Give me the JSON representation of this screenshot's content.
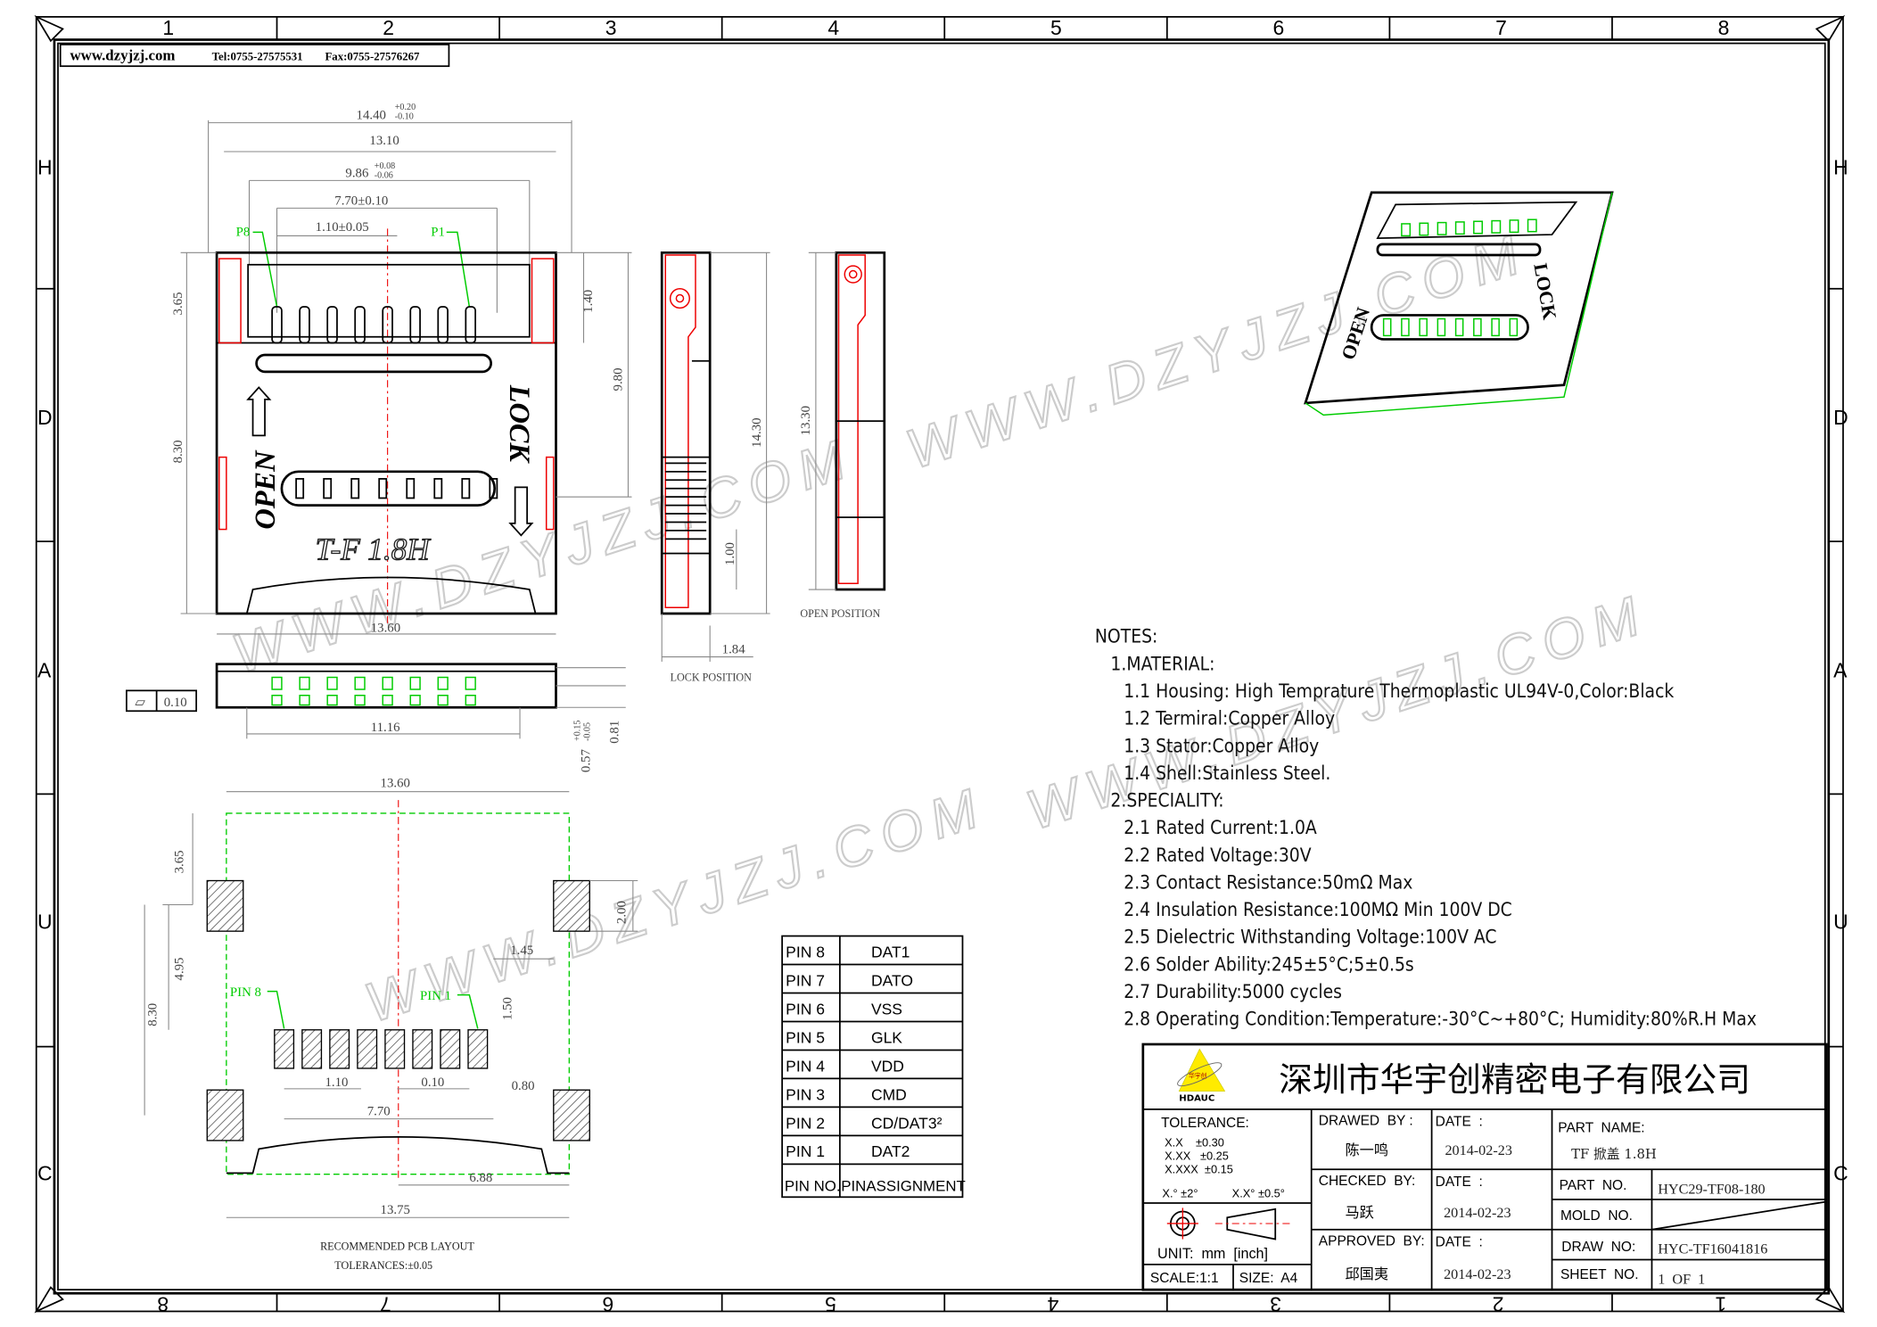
{
  "header": {
    "website": "www.dzyjzj.com",
    "tel": "Tel:0755-27575531",
    "fax": "Fax:0755-27576267"
  },
  "grid": {
    "columns_top": [
      "1",
      "2",
      "3",
      "4",
      "5",
      "6",
      "7",
      "8"
    ],
    "columns_bottom": [
      "8",
      "7",
      "6",
      "5",
      "4",
      "3",
      "2",
      "1"
    ],
    "rows": [
      "H",
      "D",
      "A",
      "U",
      "C"
    ]
  },
  "watermark": "WWW.DZYJZJ.COM",
  "top_view": {
    "dims": {
      "overall": "14.40",
      "overall_tol_plus": "+0.20",
      "overall_tol_minus": "-0.10",
      "inner": "13.10",
      "slot": "9.86",
      "slot_tol_plus": "+0.08",
      "slot_tol_minus": "-0.06",
      "pins_span": "7.70±0.10",
      "pitch": "1.10±0.05",
      "left_h": "3.65",
      "right_h": "1.40",
      "body_h": "8.30",
      "total_h": "9.80",
      "bottom_w": "13.60"
    },
    "pin_labels": [
      "P8",
      "P1"
    ],
    "body_text": {
      "open": "OPEN",
      "lock": "LOCK",
      "model": "T-F 1.8H"
    }
  },
  "front_view": {
    "flatness_symbol": "▱",
    "flatness": "0.10",
    "pins_w": "11.16",
    "height": "0.57",
    "height_tol_plus": "+0.15",
    "height_tol_minus": "-0.05",
    "total_h": "0.81"
  },
  "side_views": {
    "lock_h": "14.30",
    "lock_small": "1.00",
    "lock_w": "1.84",
    "lock_label": "LOCK POSITION",
    "open_h": "13.30",
    "open_label": "OPEN POSITION"
  },
  "pcb_layout": {
    "dims": {
      "top_w": "13.60",
      "h1": "3.65",
      "h2": "4.95",
      "h3": "8.30",
      "pad_h": "2.00",
      "pad_off": "1.45",
      "pin_len": "1.50",
      "pitch": "1.10",
      "gap": "0.10",
      "pad_w": "0.80",
      "pins_span": "7.70",
      "right_w": "6.88",
      "bottom_w": "13.75"
    },
    "pin_labels": [
      "PIN 8",
      "PIN 1"
    ],
    "caption": "RECOMMENDED PCB LAYOUT",
    "tolerance": "TOLERANCES:±0.05"
  },
  "pin_table": {
    "rows": [
      {
        "pin": "PIN  8",
        "signal": "DAT1"
      },
      {
        "pin": "PIN  7",
        "signal": "DATO"
      },
      {
        "pin": "PIN  6",
        "signal": "VSS"
      },
      {
        "pin": "PIN  5",
        "signal": "GLK"
      },
      {
        "pin": "PIN  4",
        "signal": "VDD"
      },
      {
        "pin": "PIN  3",
        "signal": "CMD"
      },
      {
        "pin": "PIN  2",
        "signal": "CD/DAT3²"
      },
      {
        "pin": "PIN  1",
        "signal": "DAT2"
      }
    ],
    "header_pin": "PIN NO.",
    "header_signal": "PINASSIGNMENT"
  },
  "notes": {
    "title": "NOTES:",
    "lines": [
      "1.MATERIAL:",
      "1.1  Housing: High Temprature Thermoplastic UL94V-0,Color:Black",
      "1.2  Termiral:Copper Alloy",
      "1.3  Stator:Copper Alloy",
      "1.4  Shell:Stainless Steel.",
      "2.SPECIALITY:",
      "2.1  Rated Current:1.0A",
      "2.2  Rated Voltage:30V",
      "2.3  Contact Resistance:50mΩ Max",
      "2.4  Insulation Resistance:100MΩ Min 100V DC",
      "2.5  Dielectric Withstanding Voltage:100V AC",
      "2.6  Solder Ability:245±5°C;5±0.5s",
      "2.7  Durability:5000 cycles",
      "2.8  Operating Condition:Temperature:-30°C~+80°C; Humidity:80%R.H Max"
    ]
  },
  "title_block": {
    "logo_text": "HDAUC",
    "logo_cn": "华宇创",
    "company": "深圳市华宇创精密电子有限公司",
    "tolerance_label": "TOLERANCE:",
    "tolerances": [
      "X.X    ±0.30",
      "X.XX   ±0.25",
      "X.XXX  ±0.15"
    ],
    "angles": [
      "X.° ±2°",
      "X.X° ±0.5°"
    ],
    "unit": "UNIT:  mm  [inch]",
    "scale": "SCALE:1:1",
    "size": "SIZE:  A4",
    "drawed_by_label": "DRAWED  BY :",
    "drawed_by": "陈一鸣",
    "checked_by_label": "CHECKED  BY:",
    "checked_by": "马跃",
    "approved_by_label": "APPROVED  BY:",
    "approved_by": "邱国夷",
    "date_label": "DATE  :",
    "dates": [
      "2014-02-23",
      "2014-02-23",
      "2014-02-23"
    ],
    "part_name_label": "PART  NAME:",
    "part_name": "TF 掀盖 1.8H",
    "part_no_label": "PART  NO.",
    "part_no": "HYC29-TF08-180",
    "mold_no_label": "MOLD  NO.",
    "draw_no_label": "DRAW  NO:",
    "draw_no": "HYC-TF16041816",
    "sheet_no_label": "SHEET  NO.",
    "sheet_no": "1  OF  1"
  }
}
